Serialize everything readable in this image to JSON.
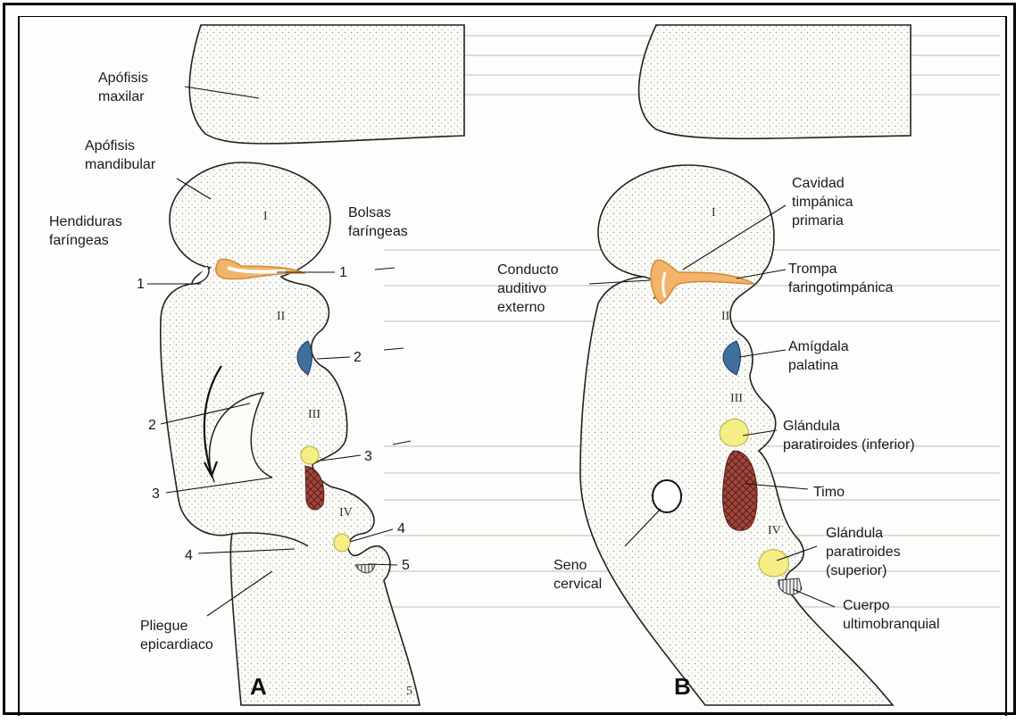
{
  "panel_a": {
    "letter": "A",
    "page_mark": "5",
    "maxillary_label": [
      "Apófisis",
      "maxilar"
    ],
    "mandibular_label": [
      "Apófisis",
      "mandibular"
    ],
    "clefts_label": [
      "Hendiduras",
      "faríngeas"
    ],
    "pouches_label": [
      "Bolsas",
      "faríngeas"
    ],
    "arches": [
      "I",
      "II",
      "III",
      "IV"
    ],
    "cleft_numbers": [
      "1",
      "2",
      "3",
      "4"
    ],
    "pouch_numbers": [
      "1",
      "2",
      "3",
      "4",
      "5"
    ],
    "epicardial_label": [
      "Pliegue",
      "epicardiaco"
    ]
  },
  "panel_b": {
    "letter": "B",
    "arches": [
      "I",
      "II",
      "III",
      "IV"
    ],
    "tympanic_label": [
      "Cavidad",
      "timpánica",
      "primaria"
    ],
    "canal_label": [
      "Conducto",
      "auditivo",
      "externo"
    ],
    "tube_label": [
      "Trompa",
      "faringotimpánica"
    ],
    "tonsil_label": [
      "Amígdala",
      "palatina"
    ],
    "parathyroid_inf_label": [
      "Glándula",
      "paratiroides (inferior)"
    ],
    "thymus_label": "Timo",
    "parathyroid_sup_label": [
      "Glándula",
      "paratiroides",
      "(superior)"
    ],
    "sinus_label": [
      "Seno",
      "cervical"
    ],
    "ultimobranchial_label": [
      "Cuerpo",
      "ultimobranquial"
    ]
  },
  "colors": {
    "tympanic": "#f3b36a",
    "tonsil": "#3f6f9c",
    "parathyroid": "#f4ee85",
    "thymus": "#a0463c",
    "ultimobranchial": "#9a9a9a"
  }
}
